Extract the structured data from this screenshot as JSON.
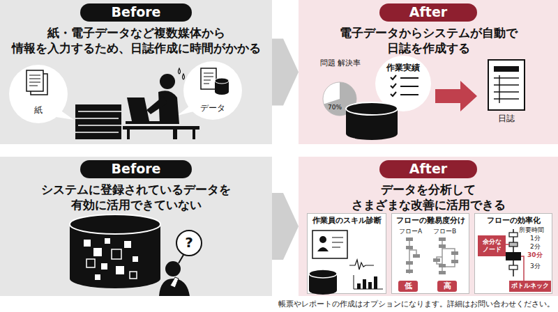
{
  "diagram": {
    "nodes": [
      {
        "text": [
          "紙・電子データなど複数媒体から 情報を入力するため、日誌作成に時間がかかる"
        ]
      },
      {
        "text": [
          "Before"
        ],
        "in": 0
      },
      {
        "text": [
          "紙"
        ],
        "in": 0
      },
      {
        "text": [
          "データ"
        ],
        "in": 0
      },
      {
        "text": [
          "電子データからシステムが自動で 日誌を作成する"
        ]
      },
      {
        "text": [
          "After"
        ],
        "in": 4
      },
      {
        "text": [
          "問題 解決率",
          "70%"
        ],
        "in": 4
      },
      {
        "text": [
          "作業実績"
        ],
        "in": 4
      },
      {
        "text": [
          "日誌"
        ],
        "in": 4
      },
      {
        "text": [
          "システムに登録されているデータを 有効に活用できていない"
        ]
      },
      {
        "text": [
          "Before"
        ],
        "in": 9
      },
      {
        "text": [
          "?"
        ],
        "in": 9
      },
      {
        "text": [
          "データを分析して さまざまな改善に活用できる"
        ]
      },
      {
        "text": [
          "After"
        ],
        "in": 12
      },
      {
        "text": [
          "作業員のスキル診断"
        ],
        "in": 12
      },
      {
        "text": [
          "フローの難易度分け"
        ],
        "in": 12
      },
      {
        "text": [
          "低"
        ],
        "in": 15
      },
      {
        "text": [
          "高"
        ],
        "in": 15
      },
      {
        "text": [
          "フローの効率化"
        ],
        "in": 12
      },
      {
        "text": [
          "余分な ノード"
        ],
        "in": 18
      },
      {
        "text": [
          "ボトルネック"
        ],
        "in": 18
      }
    ],
    "edges": [
      {
        "from": 0,
        "to": 4,
        "arrow": "to"
      },
      {
        "from": 9,
        "to": 12,
        "arrow": "to"
      }
    ],
    "labels": [
      "フローA",
      "フローB",
      "所要時間",
      "1分",
      "2分",
      "30分",
      "3分",
      "帳票やレポートの作成はオプションになります。詳細はお問い合わせください。"
    ]
  }
}
